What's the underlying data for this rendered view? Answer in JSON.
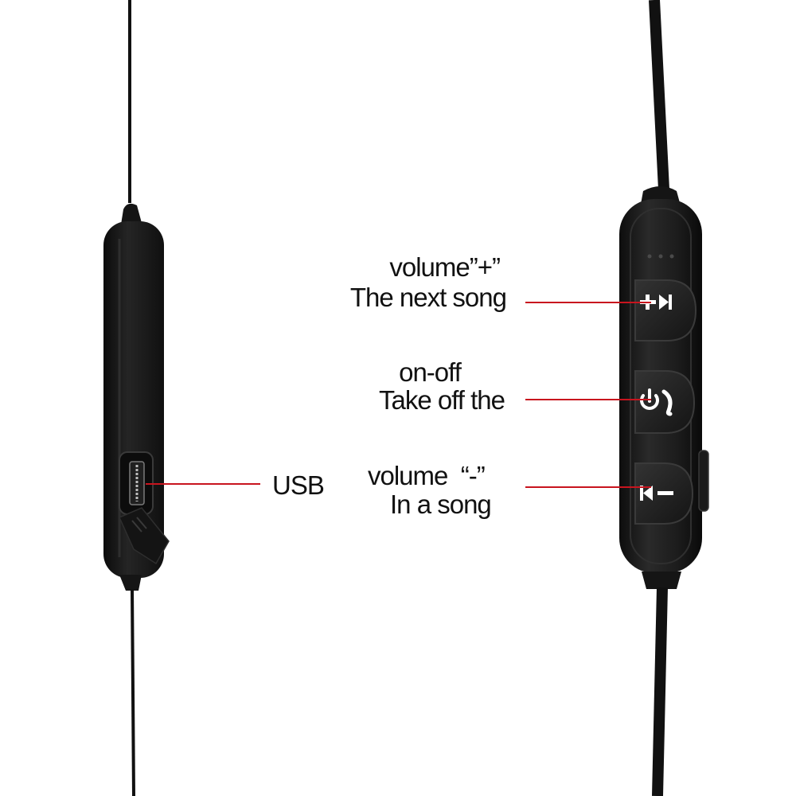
{
  "labels": {
    "volume_plus_line1": "volume”+”",
    "volume_plus_line2": "The next song",
    "onoff_line1": "on-off",
    "onoff_line2": "Take off the",
    "volume_minus_line1": "volume  “-”",
    "volume_minus_line2": "In a song",
    "usb": "USB"
  },
  "colors": {
    "background": "#ffffff",
    "device_body": "#1b1b1b",
    "cable": "#111111",
    "leader_line": "#c8141e",
    "button_icon": "#ffffff",
    "label_text": "#111111"
  },
  "icons": {
    "plus_button": "plus-next-icon",
    "power_button": "power-call-icon",
    "minus_button": "previous-minus-icon",
    "usb_port": "micro-usb-port-icon"
  }
}
